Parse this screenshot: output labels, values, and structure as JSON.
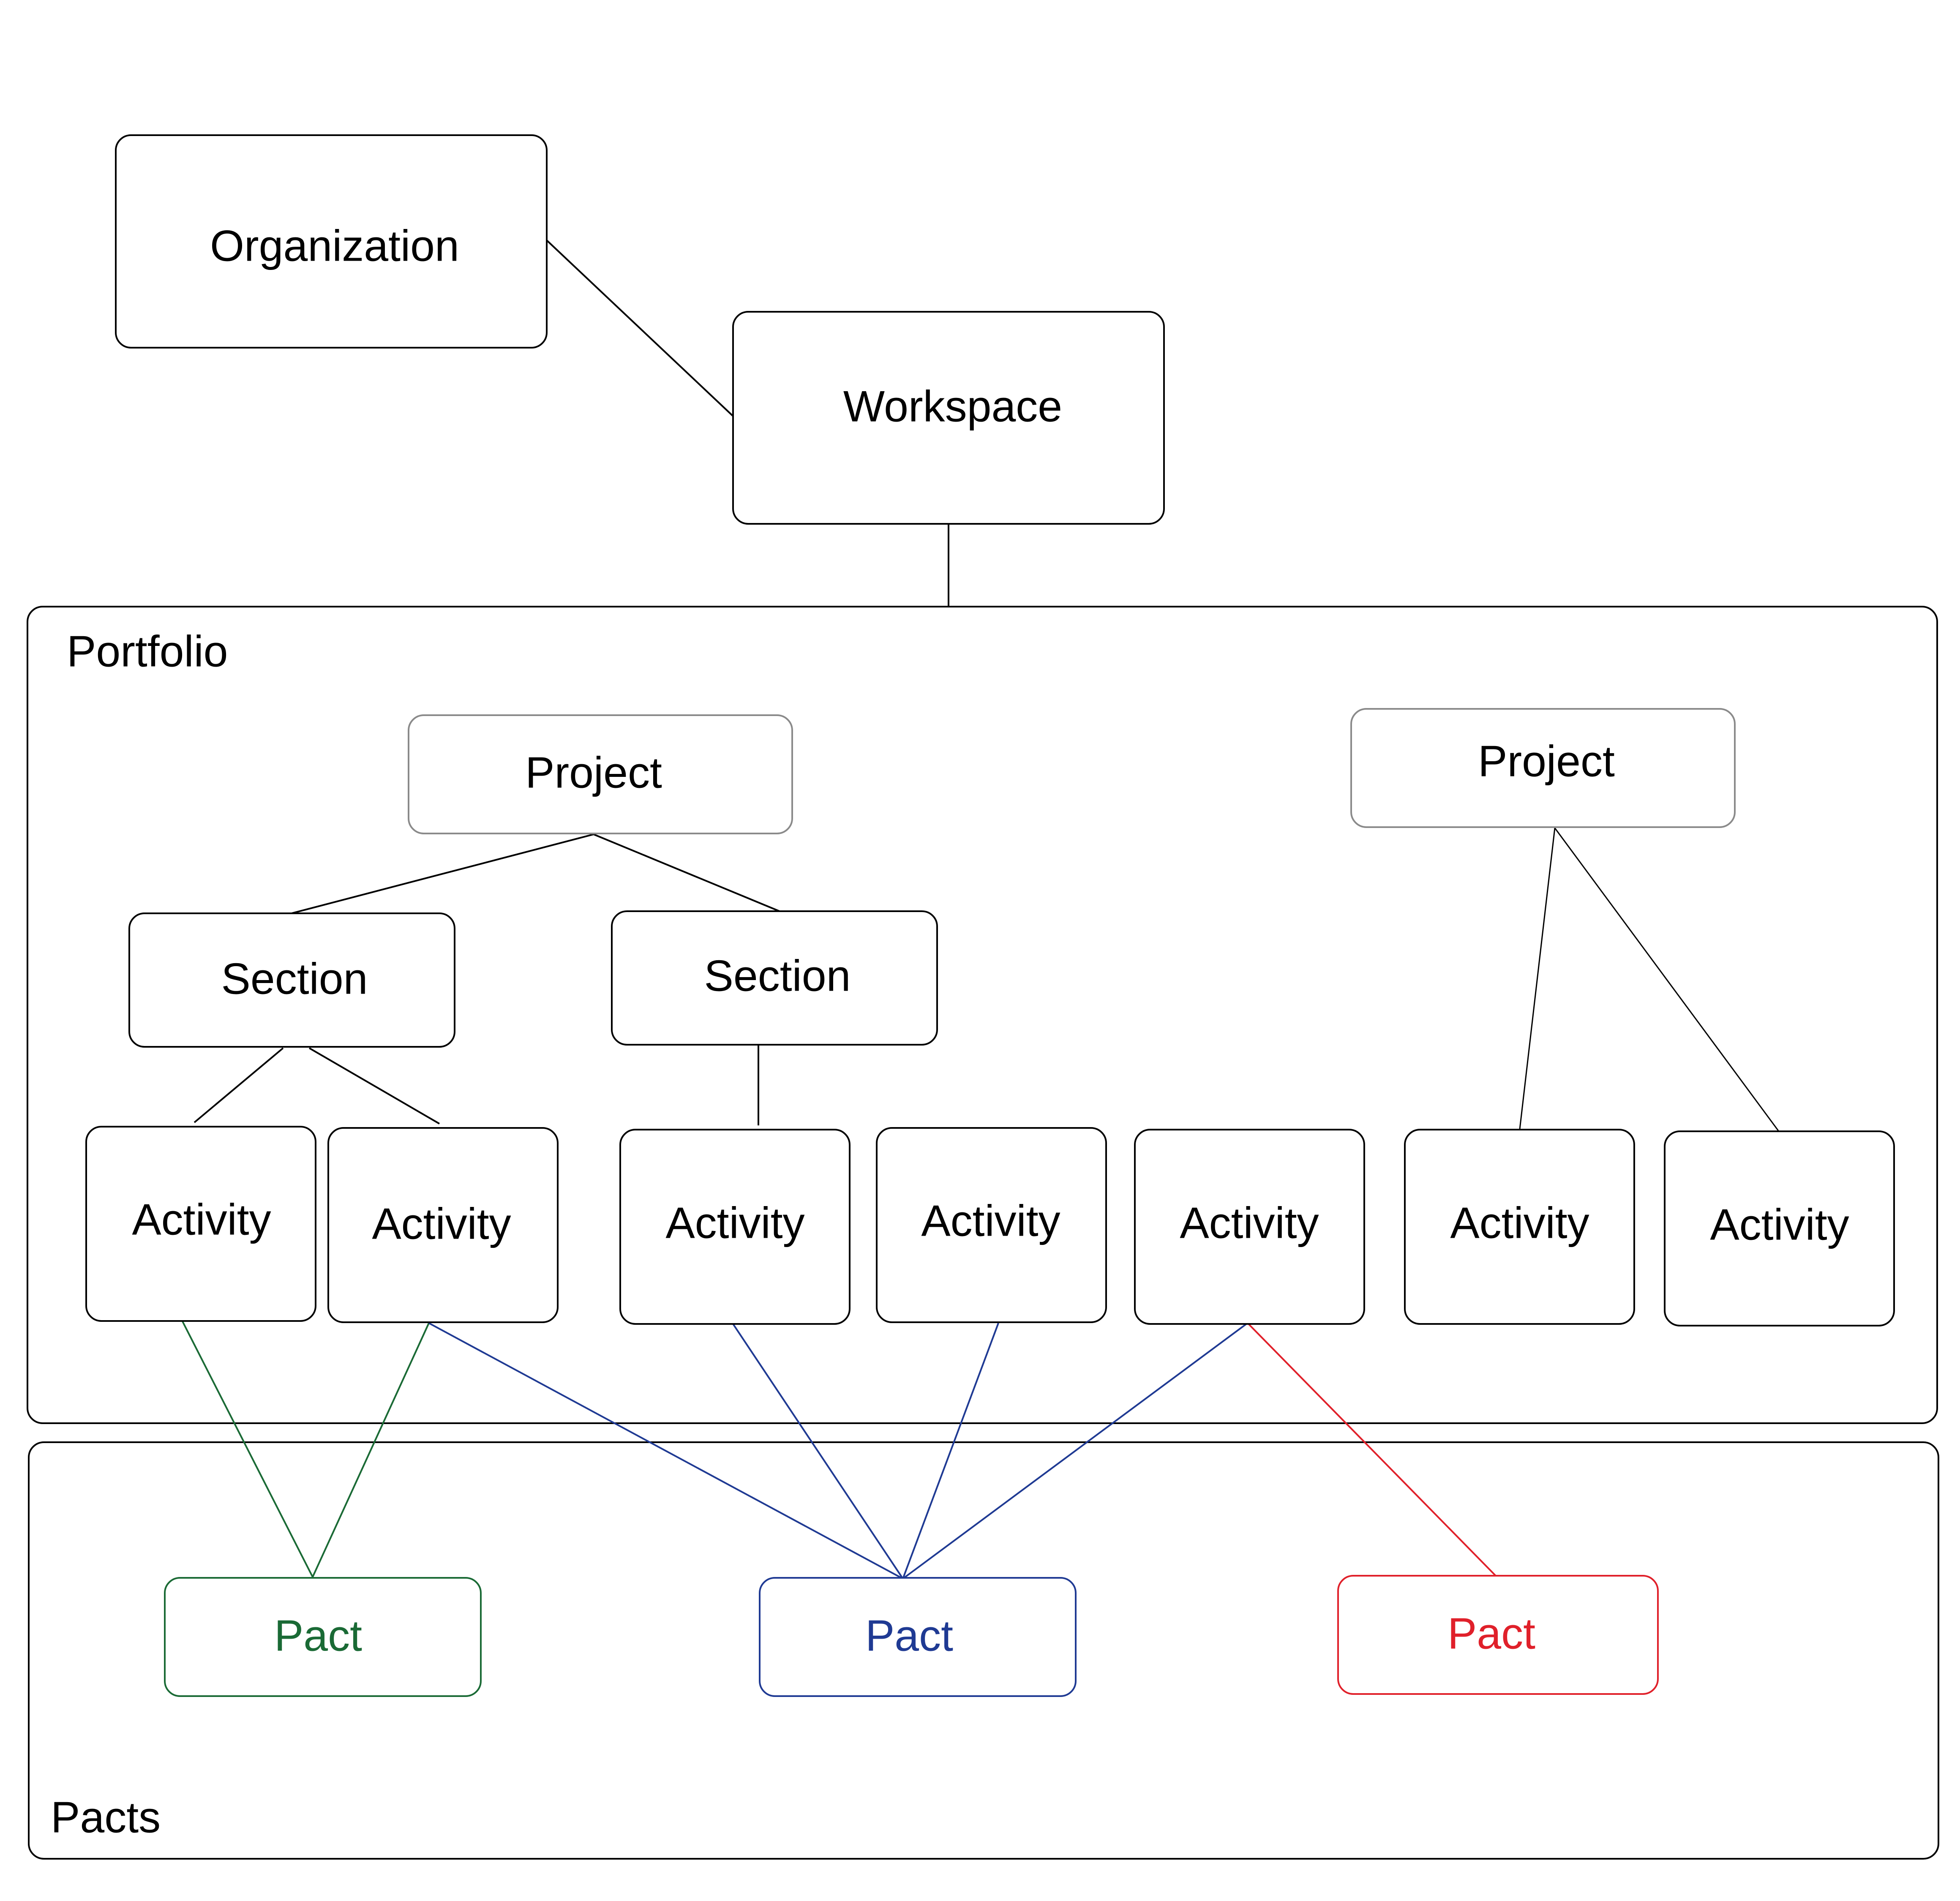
{
  "colors": {
    "default": "#000000",
    "project_border": "#8a8a8a",
    "pact_green": "#1a6a35",
    "pact_blue": "#1f3a93",
    "pact_red": "#e0202a"
  },
  "groups": {
    "portfolio": "Portfolio",
    "pacts": "Pacts"
  },
  "nodes": {
    "organization": "Organization",
    "workspace": "Workspace",
    "project_1": "Project",
    "project_2": "Project",
    "section_1": "Section",
    "section_2": "Section",
    "activity_1": "Activity",
    "activity_2": "Activity",
    "activity_3": "Activity",
    "activity_4": "Activity",
    "activity_5": "Activity",
    "activity_6": "Activity",
    "activity_7": "Activity",
    "pact_green": "Pact",
    "pact_blue": "Pact",
    "pact_red": "Pact"
  }
}
